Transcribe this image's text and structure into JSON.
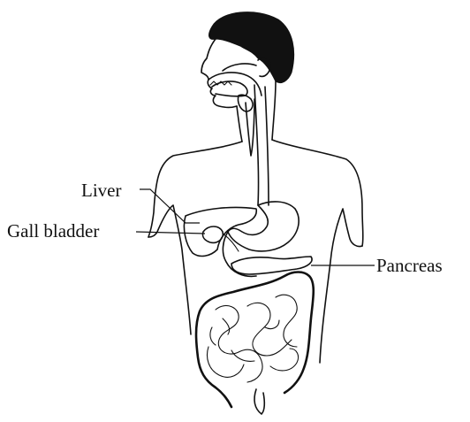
{
  "labels": {
    "liver": "Liver",
    "gall_bladder": "Gall bladder",
    "pancreas": "Pancreas"
  },
  "colors": {
    "ink": "#111111",
    "background": "#ffffff"
  }
}
